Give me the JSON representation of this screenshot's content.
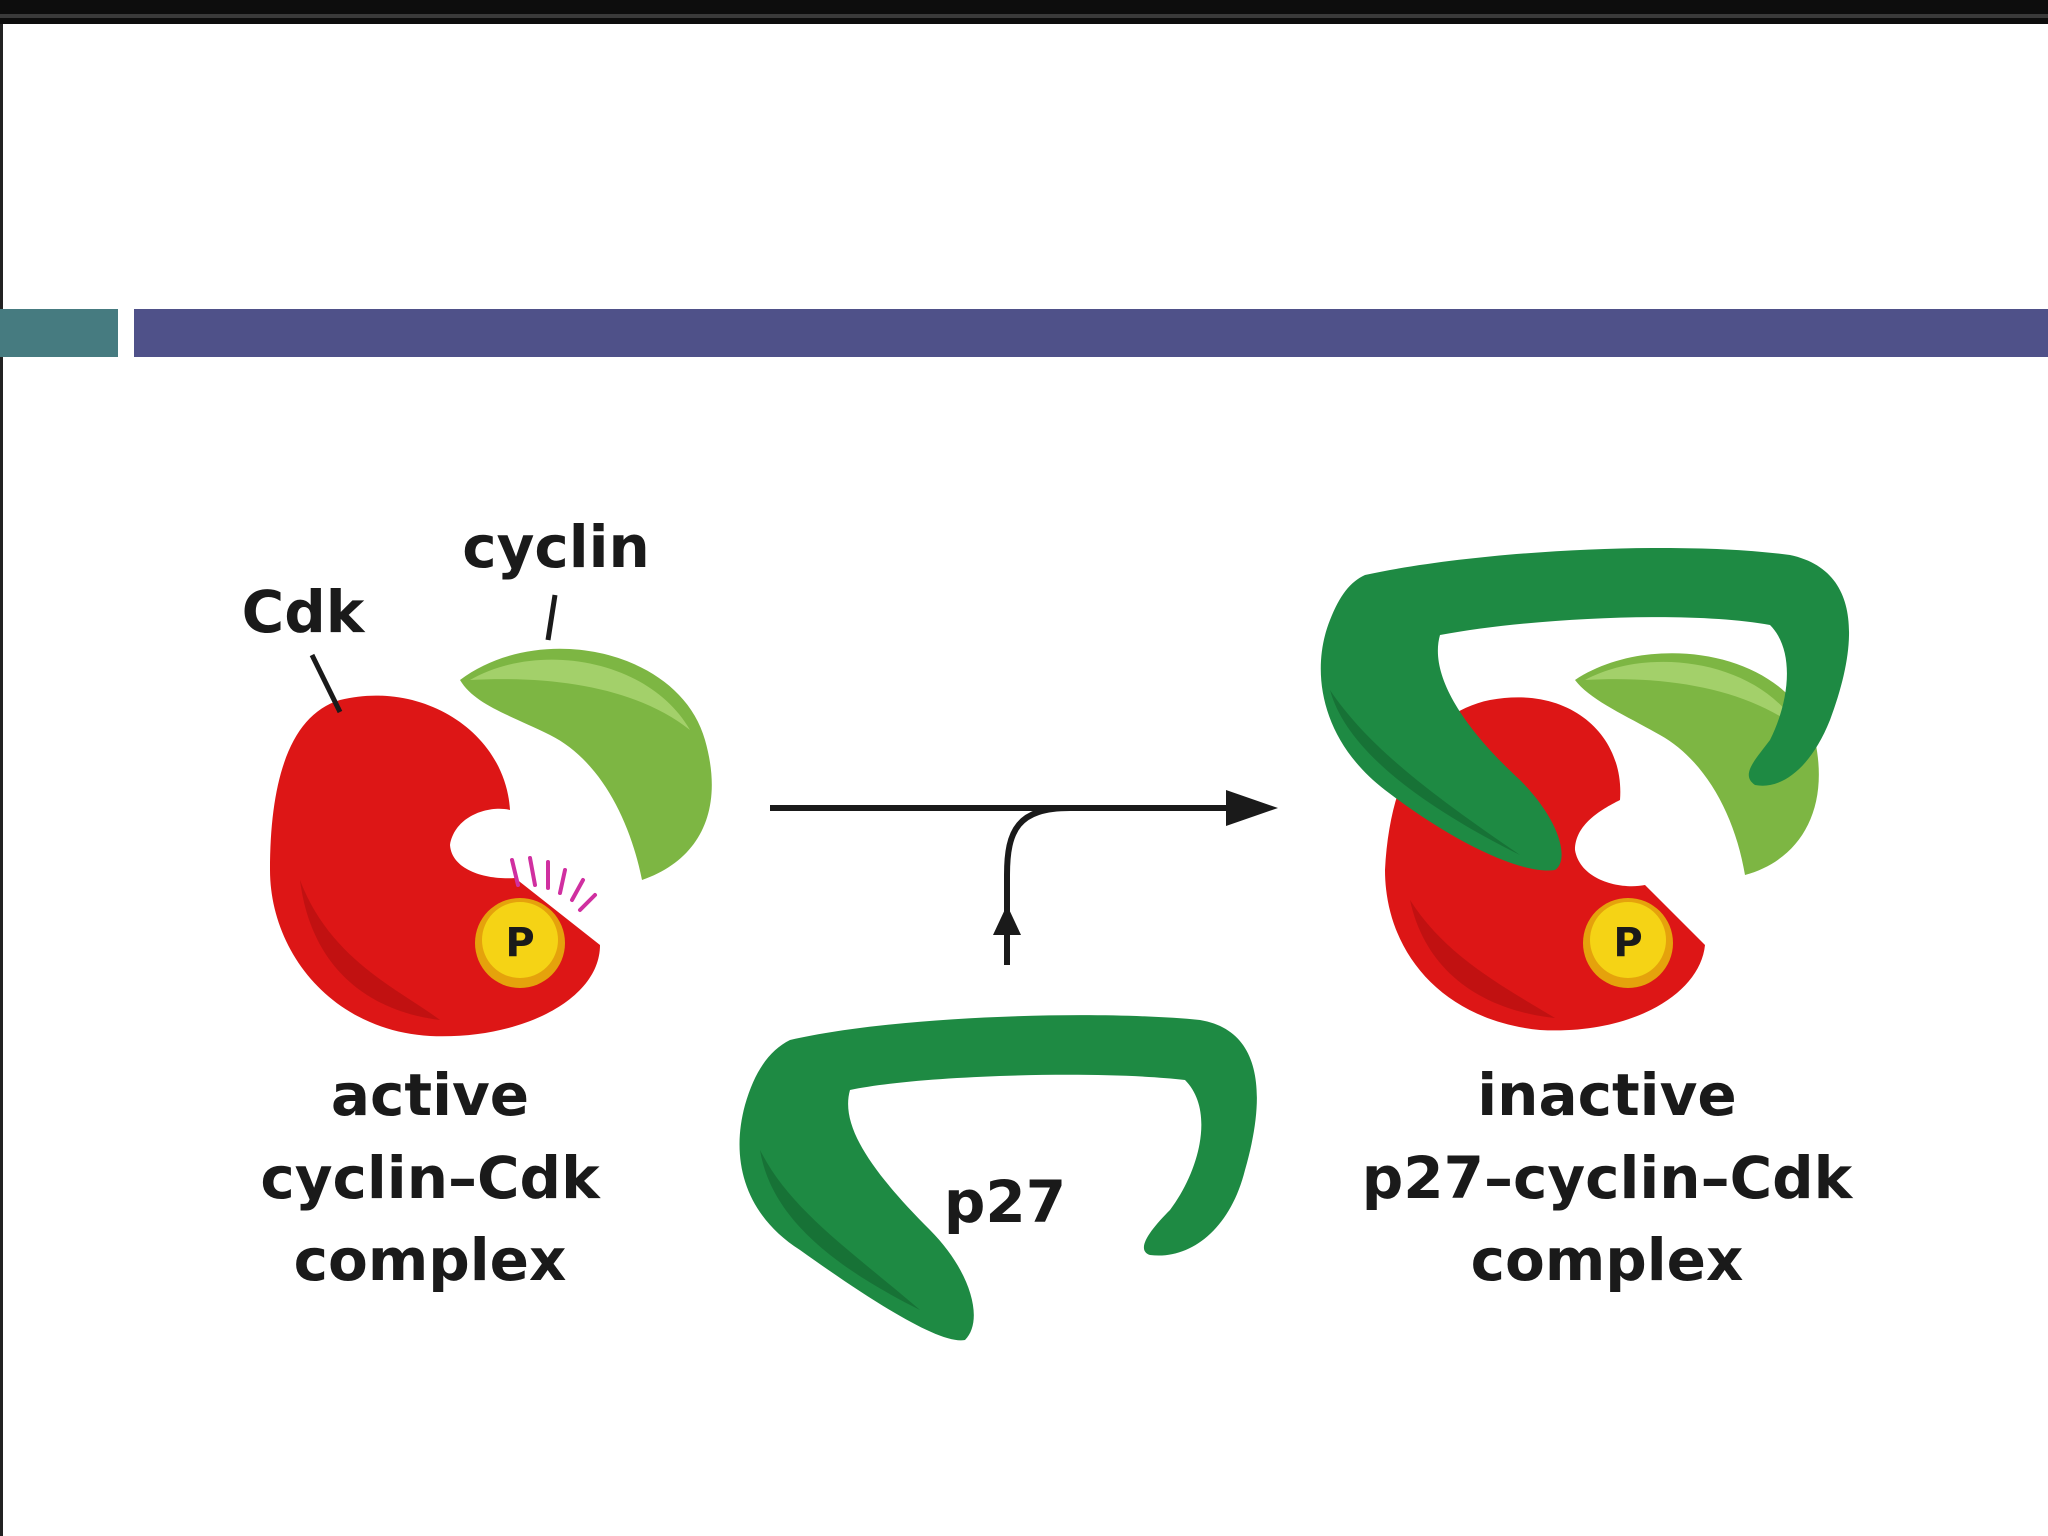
{
  "slide": {
    "colors": {
      "accent_teal": "#467b80",
      "accent_bar": "#4f5189"
    }
  },
  "diagram": {
    "labels": {
      "cdk": "Cdk",
      "cyclin": "cyclin",
      "phosphate": "P",
      "phosphate_right": "P",
      "p27": "p27",
      "active_line1": "active",
      "active_line2": "cyclin–Cdk",
      "active_line3": "complex",
      "inactive_line1": "inactive",
      "inactive_line2": "p27–cyclin–Cdk",
      "inactive_line3": "complex"
    },
    "colors": {
      "cdk": "#dd1616",
      "cyclin": "#7db643",
      "p27": "#1e8a43",
      "phosphate": "#f5d315",
      "activity_ticks": "#d02fa0"
    }
  }
}
